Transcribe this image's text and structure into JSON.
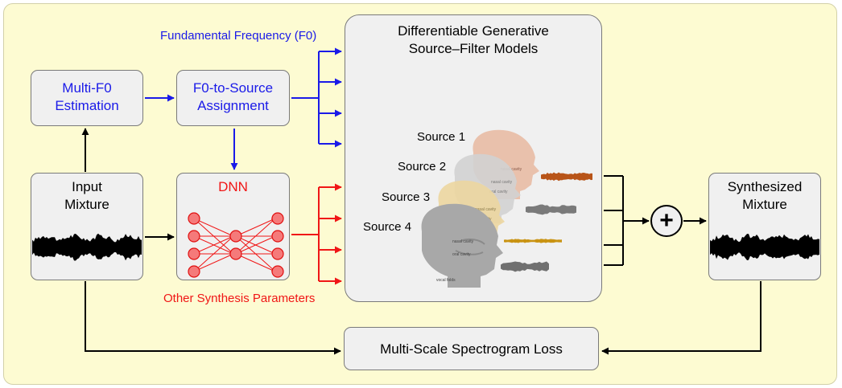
{
  "boxes": {
    "multi_f0": {
      "line1": "Multi-F0",
      "line2": "Estimation"
    },
    "assignment": {
      "line1": "F0-to-Source",
      "line2": "Assignment"
    },
    "input_mixture": {
      "line1": "Input",
      "line2": "Mixture"
    },
    "dnn": {
      "title": "DNN"
    },
    "models": {
      "line1": "Differentiable Generative",
      "line2": "Source–Filter  Models"
    },
    "synthesized": {
      "line1": "Synthesized",
      "line2": "Mixture"
    },
    "loss": {
      "label": "Multi-Scale Spectrogram Loss"
    }
  },
  "labels": {
    "f0": "Fundamental Frequency (F0)",
    "other_params": "Other Synthesis Parameters"
  },
  "sources": [
    "Source 1",
    "Source 2",
    "Source 3",
    "Source 4"
  ],
  "head_labels": [
    "nasal cavity",
    "oral cavity",
    "vocal folds"
  ],
  "adder_symbol": "+",
  "colors": {
    "blue": "#1a1ae8",
    "red": "#f01616",
    "background": "#fdfbd2",
    "box_fill": "#f0f0f0",
    "head_1": "#e8b9a0",
    "head_2": "#d2d2d2",
    "head_3": "#ecd6a0",
    "head_4": "#a8a8a8",
    "wave_1": "#b85418",
    "wave_2": "#7a7a7a",
    "wave_3": "#c99312",
    "wave_4": "#707070"
  }
}
